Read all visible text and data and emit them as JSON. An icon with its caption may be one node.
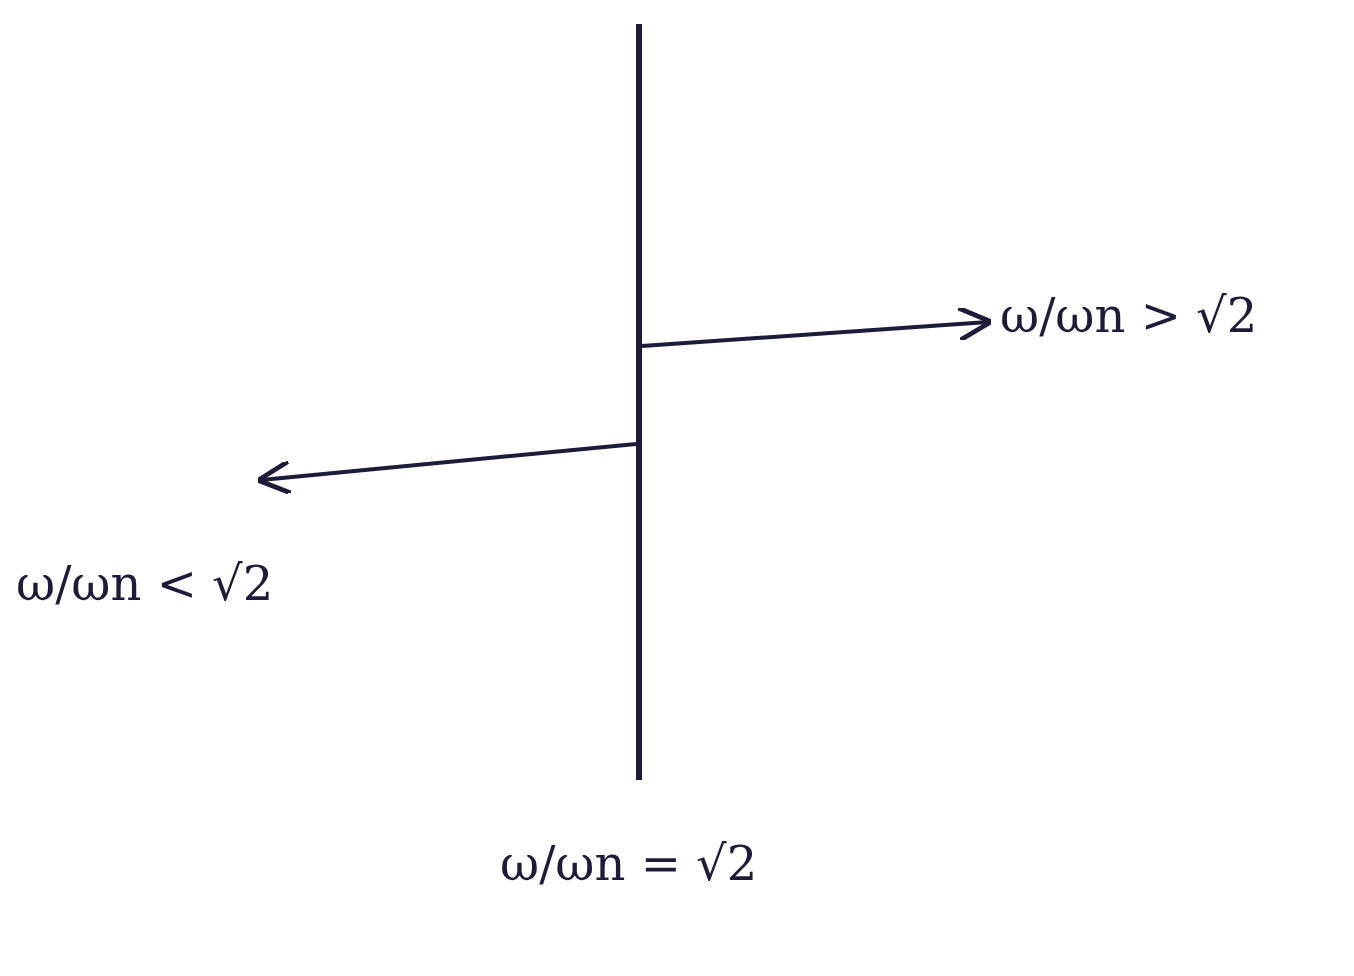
{
  "diagram": {
    "nodes": [
      {
        "text": [],
        "shape": "bar"
      },
      {
        "text": [
          "ω/ωn > √2"
        ]
      },
      {
        "text": [
          "ω/ωn < √2"
        ]
      }
    ],
    "edges": [
      {
        "from": 0,
        "to": 1,
        "arrow": "to"
      },
      {
        "from": 0,
        "to": 2,
        "arrow": "to"
      }
    ],
    "labels": [
      "ω/ωn = √2"
    ]
  }
}
